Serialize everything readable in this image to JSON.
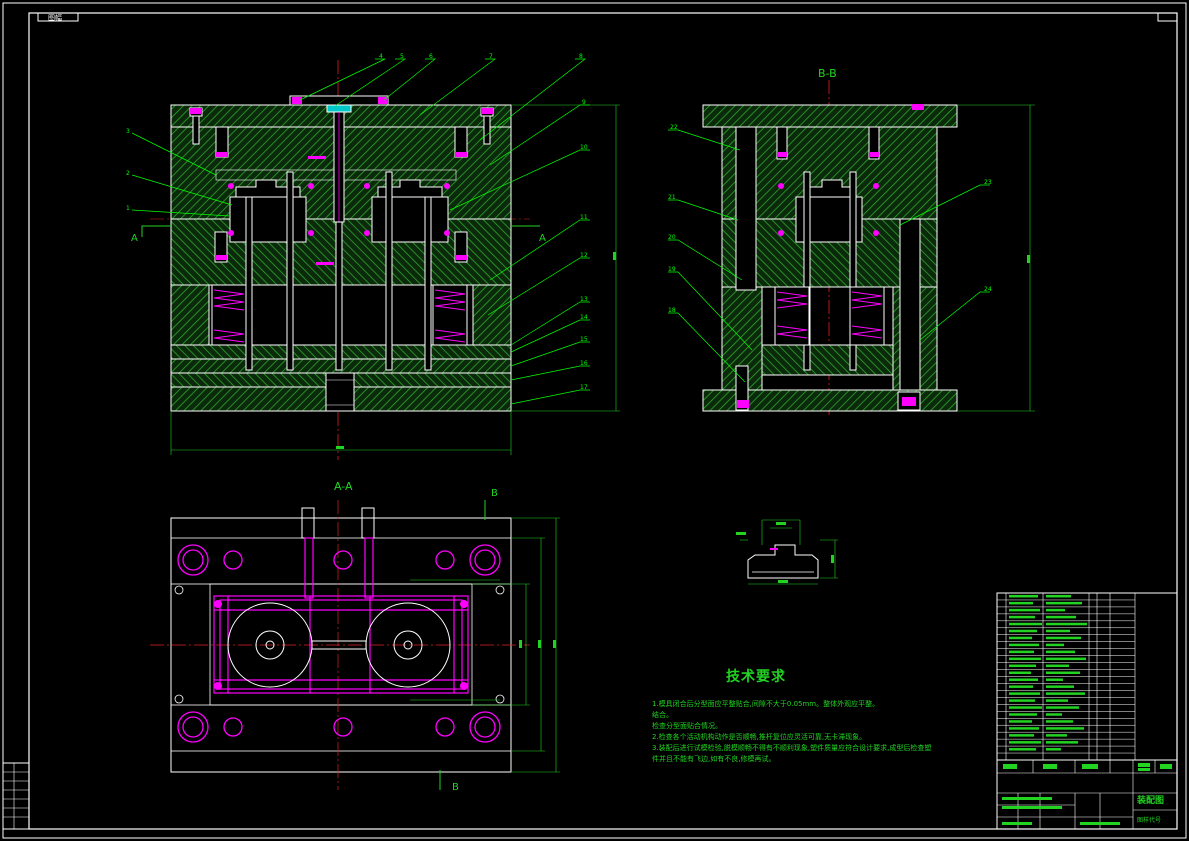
{
  "corner_tag": "图幅",
  "sections": {
    "aa_main": "A",
    "aa_main_right": "A",
    "bb_title": "B-B",
    "aa_title": "A-A",
    "b_top": "B",
    "b_bottom": "B"
  },
  "callouts_left": [
    "3",
    "2",
    "1"
  ],
  "callouts_top": [
    "4",
    "5",
    "6",
    "7",
    "8"
  ],
  "callouts_right": [
    "9",
    "10",
    "11",
    "12",
    "13",
    "14",
    "15",
    "16",
    "17"
  ],
  "callouts_bb_left": [
    "22",
    "21",
    "20",
    "19",
    "18"
  ],
  "callouts_bb_right": [
    "23",
    "24"
  ],
  "tech": {
    "title": "技术要求",
    "lines": [
      "1.模具闭合后分型面应平整贴合,间隙不大于0.05mm。整体外观应平整。",
      "结合。",
      "检查分型面贴合情况。",
      "2.检查各个活动机构动作是否顺畅,推杆复位应灵活可靠,无卡滞现象。",
      "3.装配后进行试模检验,脱模顺畅不得有不顺利现象,塑件质量应符合设计要求,成型后检查塑",
      "件并且不能有飞边,如有不良,修模再试。"
    ]
  },
  "title_block": {
    "drawing_name": "装配图",
    "code_label": "图样代号"
  },
  "colors": {
    "background": "#000000",
    "outline": "#ffffff",
    "hatch": "#1f8f1f",
    "accent_magenta": "#ff00ff",
    "dimension_green": "#22d322",
    "centerline_red": "#e02020",
    "leader_green": "#00ff00"
  }
}
